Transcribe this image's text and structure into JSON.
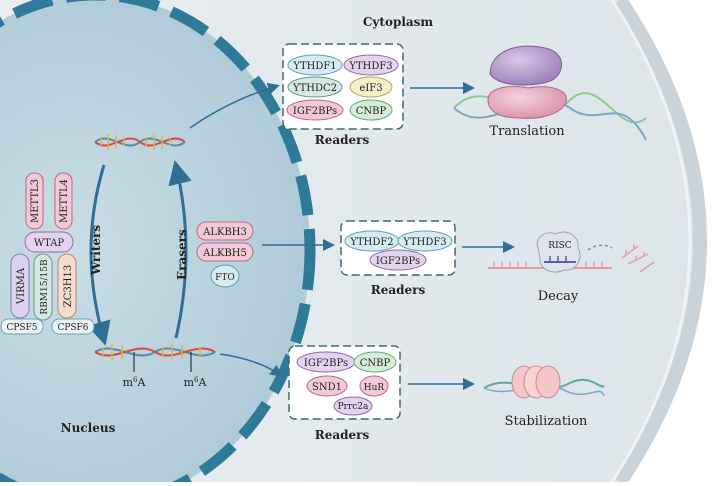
{
  "labels": {
    "cytoplasm": "Cytoplasm",
    "nucleus": "Nucleus",
    "writers": "Writers",
    "erasers": "Erasers",
    "m6a_prefix": "m",
    "m6a_sup": "6",
    "m6a_suffix": "A",
    "risc": "RISC"
  },
  "writers": [
    "METTL3",
    "METTL4",
    "WTAP",
    "VIRMA",
    "RBM15/15B",
    "ZC3H13",
    "CPSF5",
    "CPSF6"
  ],
  "erasers": [
    "ALKBH3",
    "ALKBH5",
    "FTO"
  ],
  "readers_translation": {
    "label": "Readers",
    "items": [
      "YTHDF1",
      "YTHDF3",
      "YTHDC2",
      "eIF3",
      "IGF2BPs",
      "CNBP"
    ]
  },
  "readers_decay": {
    "label": "Readers",
    "items": [
      "YTHDF2",
      "YTHDF3",
      "IGF2BPs"
    ]
  },
  "readers_stabilization": {
    "label": "Readers",
    "items": [
      "IGF2BPs",
      "CNBP",
      "SND1",
      "HuR",
      "Prrc2a"
    ]
  },
  "outcomes": {
    "translation": "Translation",
    "decay": "Decay",
    "stabilization": "Stabilization"
  },
  "colors": {
    "nucleus": "#adc9d6",
    "envelope": "#2f7a99",
    "arrow": "#2f6f96",
    "reader_box_border": "#3f6b70"
  }
}
